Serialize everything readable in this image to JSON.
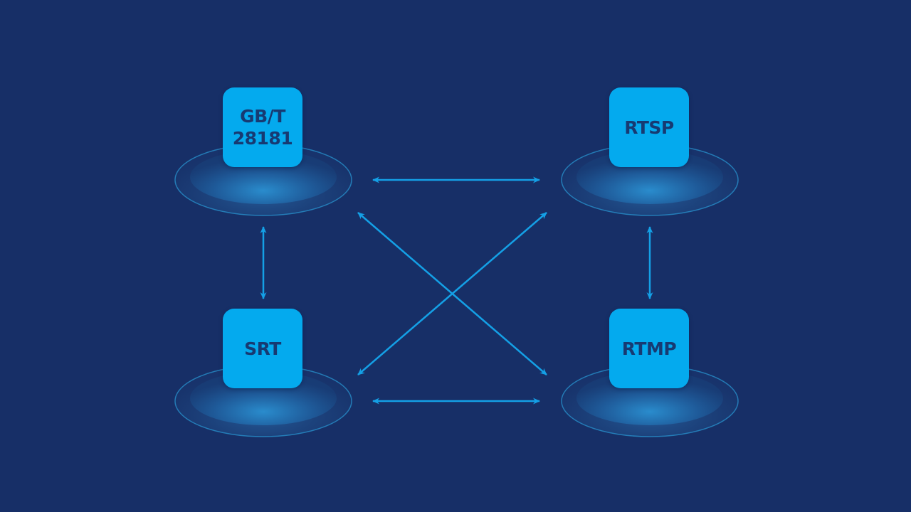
{
  "diagram": {
    "background_color": "#172f67",
    "node_color": "#04aaee",
    "label_color": "#173a72",
    "arrow_color": "#14a0e6",
    "nodes": [
      {
        "id": "gb",
        "label": "GB/T\n28181"
      },
      {
        "id": "rtsp",
        "label": "RTSP"
      },
      {
        "id": "srt",
        "label": "SRT"
      },
      {
        "id": "rtmp",
        "label": "RTMP"
      }
    ],
    "connections": [
      {
        "from": "gb",
        "to": "rtsp",
        "direction": "bidirectional"
      },
      {
        "from": "gb",
        "to": "srt",
        "direction": "bidirectional"
      },
      {
        "from": "rtsp",
        "to": "rtmp",
        "direction": "bidirectional"
      },
      {
        "from": "srt",
        "to": "rtmp",
        "direction": "bidirectional"
      },
      {
        "from": "gb",
        "to": "rtmp",
        "direction": "bidirectional"
      },
      {
        "from": "rtsp",
        "to": "srt",
        "direction": "bidirectional"
      }
    ]
  }
}
